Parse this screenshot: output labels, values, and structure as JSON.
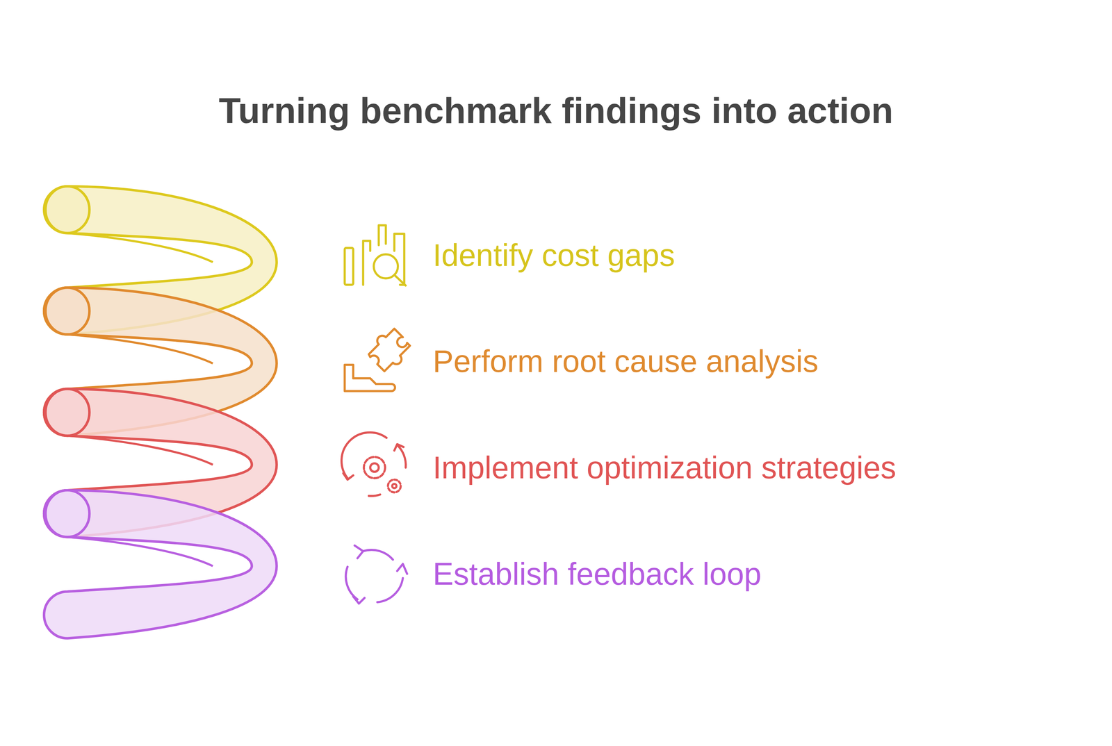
{
  "diagram": {
    "title": "Turning benchmark findings into action",
    "labels": [
      "Identify cost gaps",
      "Perform root cause analysis",
      "Implement optimization strategies",
      "Establish feedback loop"
    ]
  }
}
